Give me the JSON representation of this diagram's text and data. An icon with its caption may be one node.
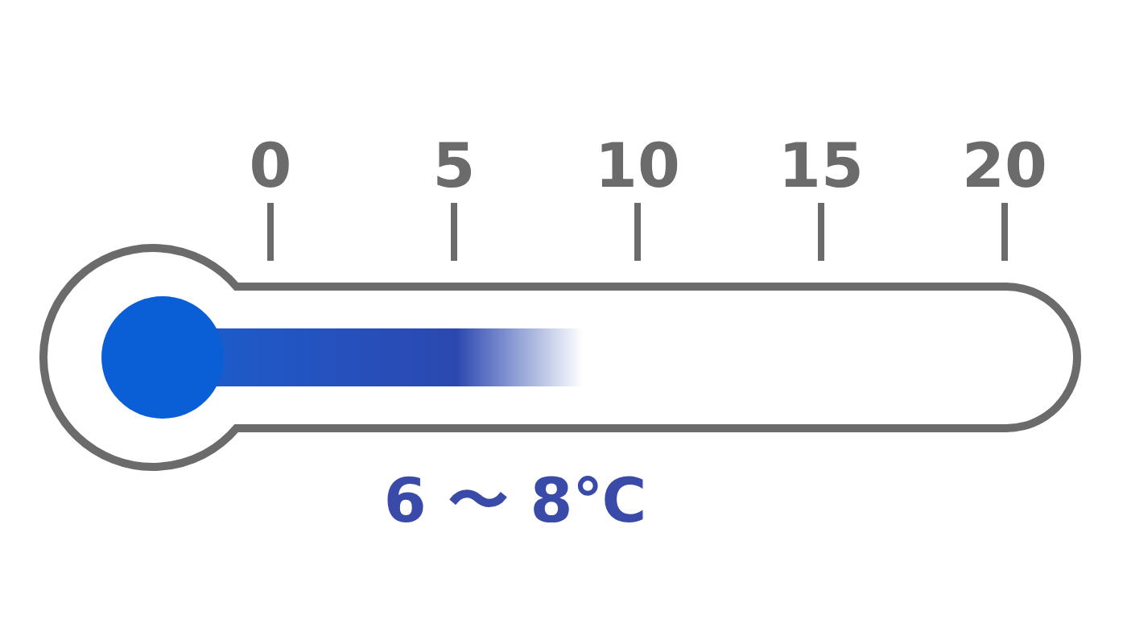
{
  "diagram": {
    "labels": [
      "0",
      "5",
      "10",
      "15",
      "20",
      "6 〜 8℃"
    ]
  }
}
